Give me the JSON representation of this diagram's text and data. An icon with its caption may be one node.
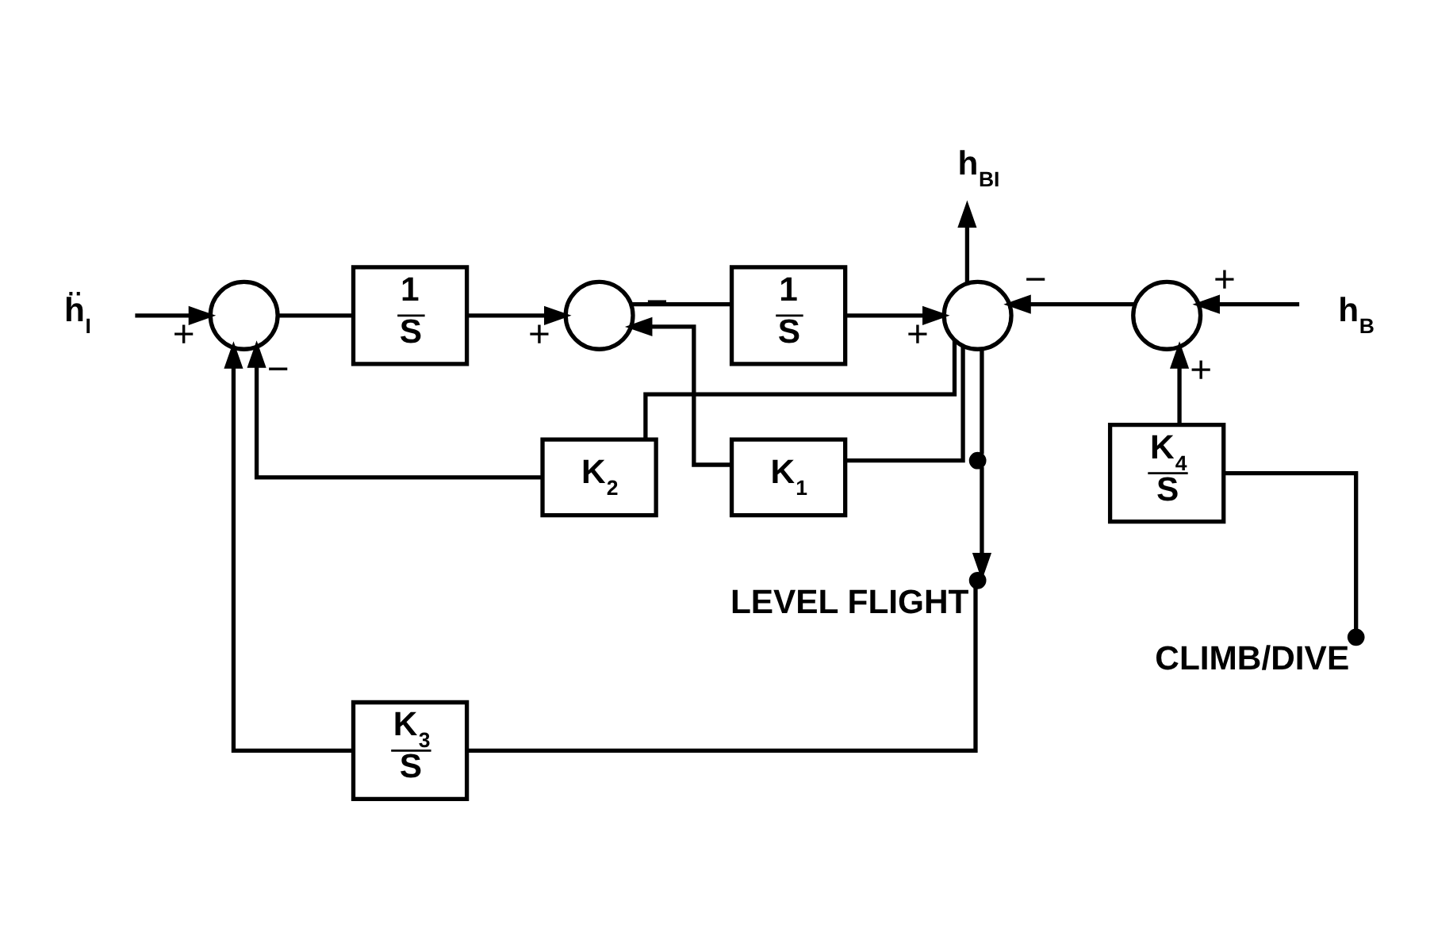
{
  "diagram": {
    "nodes": [
      {
        "text": [
          "ḧ$_{I}$"
        ]
      },
      {
        "text": [],
        "shape": "circle"
      },
      {
        "text": [
          "1",
          "S"
        ]
      },
      {
        "text": [],
        "shape": "circle"
      },
      {
        "text": [
          "1",
          "S"
        ]
      },
      {
        "text": [],
        "shape": "circle"
      },
      {
        "text": [
          "h$_{BI}$"
        ]
      },
      {
        "text": [],
        "shape": "circle"
      },
      {
        "text": [
          "h$_{B}$"
        ]
      },
      {
        "text": [
          "K$_{1}$"
        ]
      },
      {
        "text": [
          "K$_{2}$"
        ]
      },
      {
        "text": [
          "K$_{3}$",
          "S"
        ]
      },
      {
        "text": [
          "K$_{4}$",
          "S"
        ]
      },
      {
        "text": [],
        "shape": "dot"
      },
      {
        "text": [],
        "shape": "dot",
        "beside": [
          "LEVEL FLIGHT"
        ]
      },
      {
        "text": [],
        "shape": "dot",
        "beside": [
          "CLIMB/DIVE"
        ]
      }
    ],
    "edges": [
      {
        "from": 0,
        "to": 1,
        "arrow": "to",
        "label": "+"
      },
      {
        "from": 1,
        "to": 2,
        "arrow": "none"
      },
      {
        "from": 2,
        "to": 3,
        "arrow": "to",
        "label": "+"
      },
      {
        "from": 3,
        "to": 4,
        "arrow": "none"
      },
      {
        "from": 4,
        "to": 5,
        "arrow": "to",
        "label": "+"
      },
      {
        "from": 5,
        "to": 6,
        "arrow": "to"
      },
      {
        "from": 7,
        "to": 5,
        "arrow": "to",
        "label": "−"
      },
      {
        "from": 8,
        "to": 7,
        "arrow": "to",
        "label": "+"
      },
      {
        "from": 5,
        "to": 9,
        "arrow": "none"
      },
      {
        "from": 9,
        "to": 3,
        "arrow": "to",
        "label": "−"
      },
      {
        "from": 5,
        "to": 10,
        "arrow": "none"
      },
      {
        "from": 10,
        "to": 1,
        "arrow": "to",
        "label": "−"
      },
      {
        "from": 5,
        "to": 13,
        "arrow": "none"
      },
      {
        "from": 13,
        "to": 14,
        "arrow": "to"
      },
      {
        "from": 14,
        "to": 11,
        "arrow": "none"
      },
      {
        "from": 11,
        "to": 1,
        "arrow": "to"
      },
      {
        "from": 15,
        "to": 12,
        "arrow": "none"
      },
      {
        "from": 12,
        "to": 7,
        "arrow": "to",
        "label": "+"
      }
    ]
  }
}
